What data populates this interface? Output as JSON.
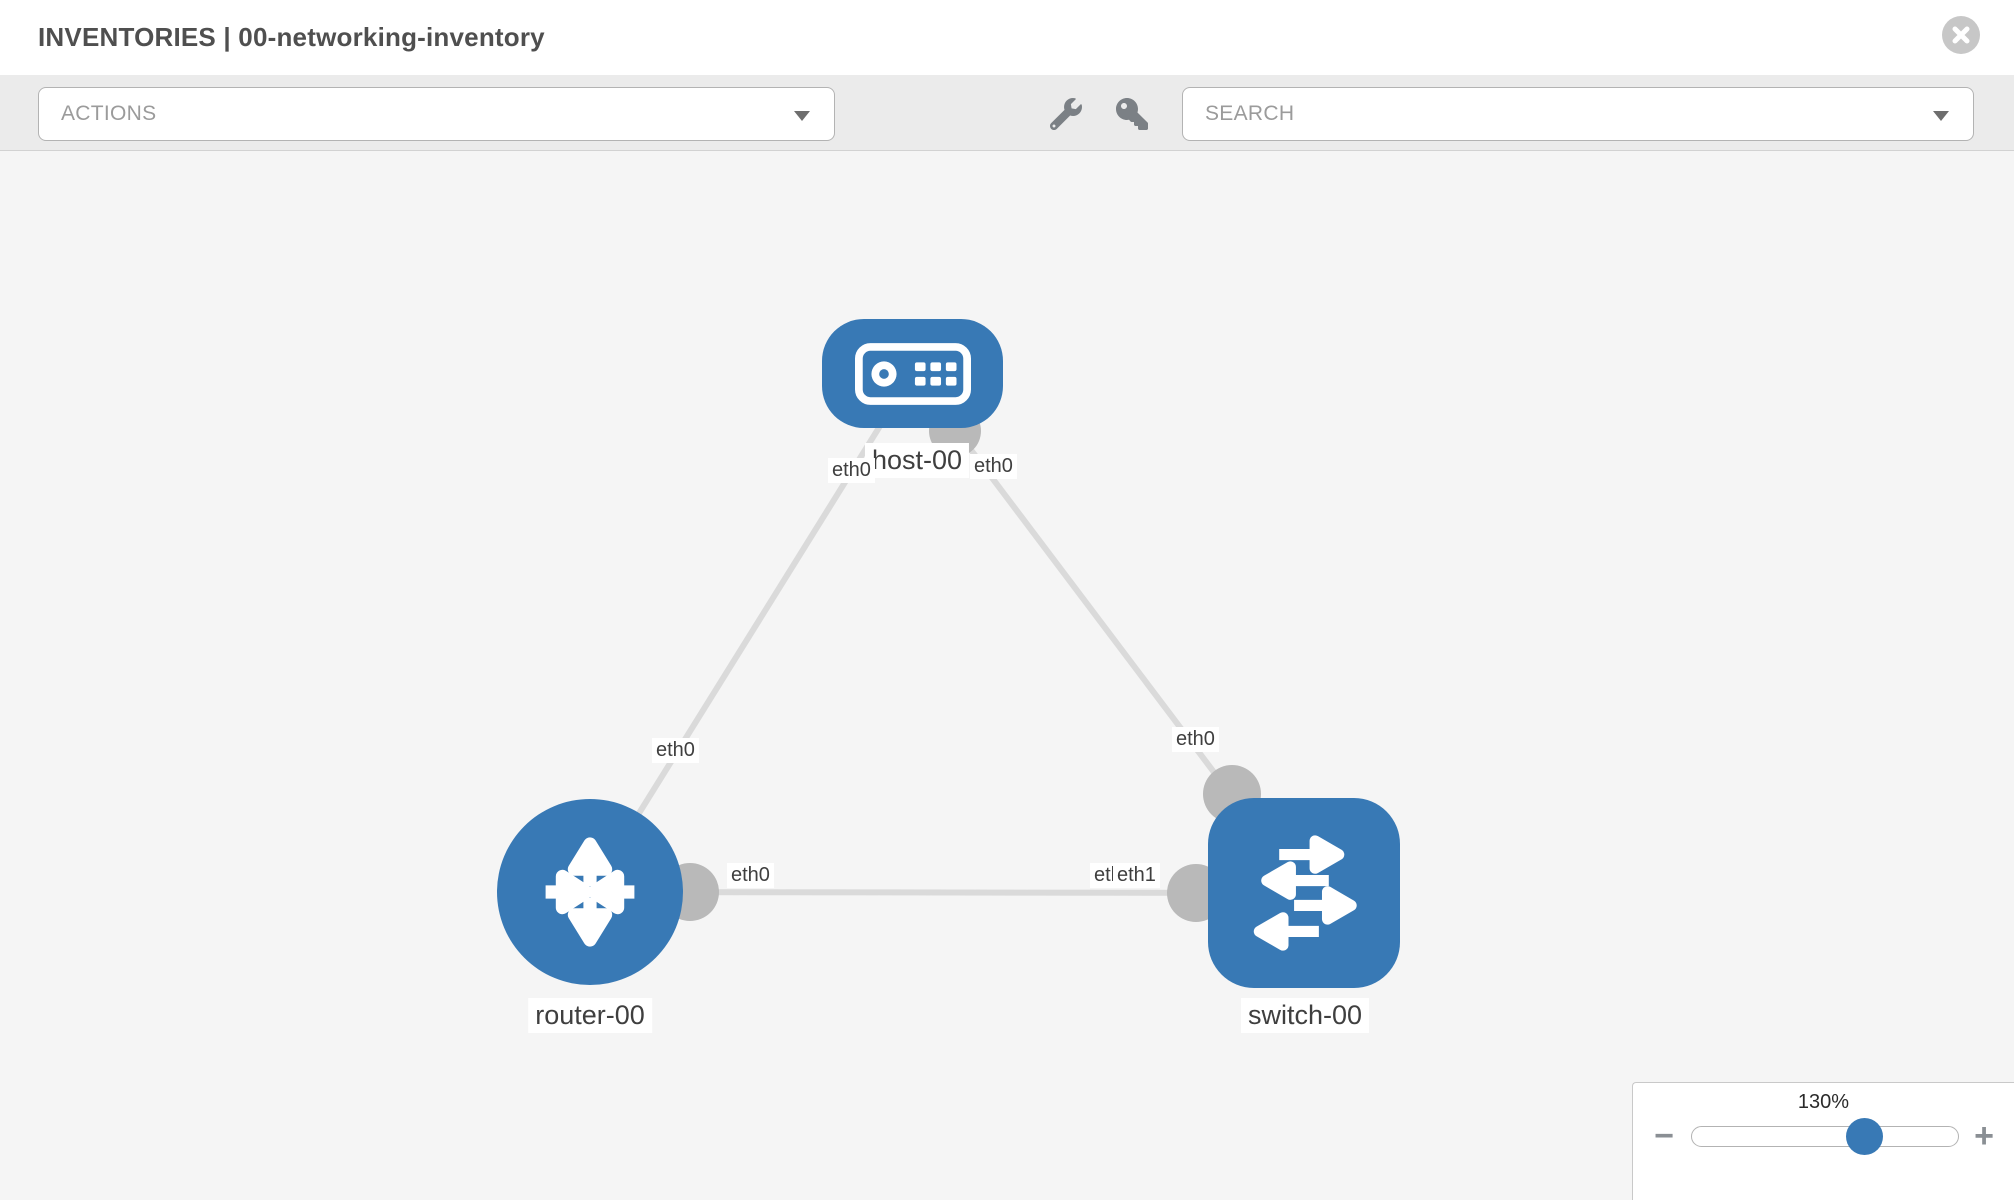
{
  "header": {
    "title": "INVENTORIES | 00-networking-inventory"
  },
  "toolbar": {
    "actions_label": "ACTIONS",
    "search_label": "SEARCH",
    "icons": [
      "wrench-icon",
      "key-icon"
    ]
  },
  "topology": {
    "nodes": [
      {
        "id": "host-00",
        "label": "host-00",
        "type": "host",
        "shape": "rounded-rect",
        "icon": "host-icon",
        "color": "#3879b5"
      },
      {
        "id": "router-00",
        "label": "router-00",
        "type": "router",
        "shape": "circle",
        "icon": "router-icon",
        "color": "#3879b5"
      },
      {
        "id": "switch-00",
        "label": "switch-00",
        "type": "switch",
        "shape": "rounded-square",
        "icon": "switch-icon",
        "color": "#3879b5"
      }
    ],
    "links": [
      {
        "from": "host-00",
        "to": "router-00",
        "from_iface": "eth0",
        "to_iface": "eth0"
      },
      {
        "from": "host-00",
        "to": "switch-00",
        "from_iface": "eth0",
        "to_iface": "eth0"
      },
      {
        "from": "router-00",
        "to": "switch-00",
        "from_iface": "eth0",
        "to_iface": "eth1"
      }
    ],
    "iface_chips": [
      "eth0",
      "eth0",
      "eth0",
      "eth0",
      "eth0",
      "eth0",
      "eth1"
    ],
    "link_color": "#dadada",
    "endpoint_color": "#b9b9b9"
  },
  "zoom_control": {
    "value": "130%",
    "minus_label": "−",
    "plus_label": "+"
  },
  "colors": {
    "node_blue": "#3879b5",
    "canvas_bg": "#f5f5f5",
    "toolbar_bg": "#ebebeb"
  }
}
